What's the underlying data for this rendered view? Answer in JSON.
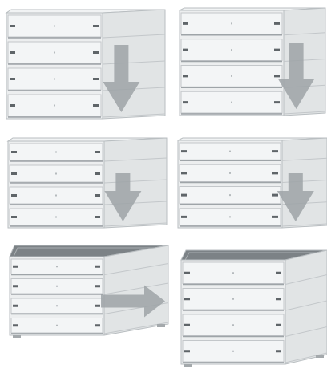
{
  "figure": {
    "colors": {
      "background": "#ffffff",
      "box_front": "#eceeef",
      "box_side": "#e1e4e5",
      "box_top": "#f1f3f4",
      "open_top": "#7c8286",
      "slot_line": "#c3c7ca",
      "slot_shadow": "#9ea4a8",
      "handle": "#5f6569",
      "arrow": "#9da3a7",
      "edge": "#b9bec1"
    },
    "panels": [
      {
        "id": "stack-top-left",
        "drawers": 4,
        "arrow": "down",
        "open_top": false
      },
      {
        "id": "stack-top-right",
        "drawers": 4,
        "arrow": "down",
        "open_top": false
      },
      {
        "id": "stack-middle-left",
        "drawers": 4,
        "arrow": "down",
        "open_top": false
      },
      {
        "id": "stack-middle-right",
        "drawers": 4,
        "arrow": "down",
        "open_top": false
      },
      {
        "id": "stack-bottom-left",
        "drawers": 4,
        "arrow": "right",
        "open_top": true
      },
      {
        "id": "stack-bottom-right",
        "drawers": 4,
        "arrow": "none",
        "open_top": true
      }
    ]
  }
}
